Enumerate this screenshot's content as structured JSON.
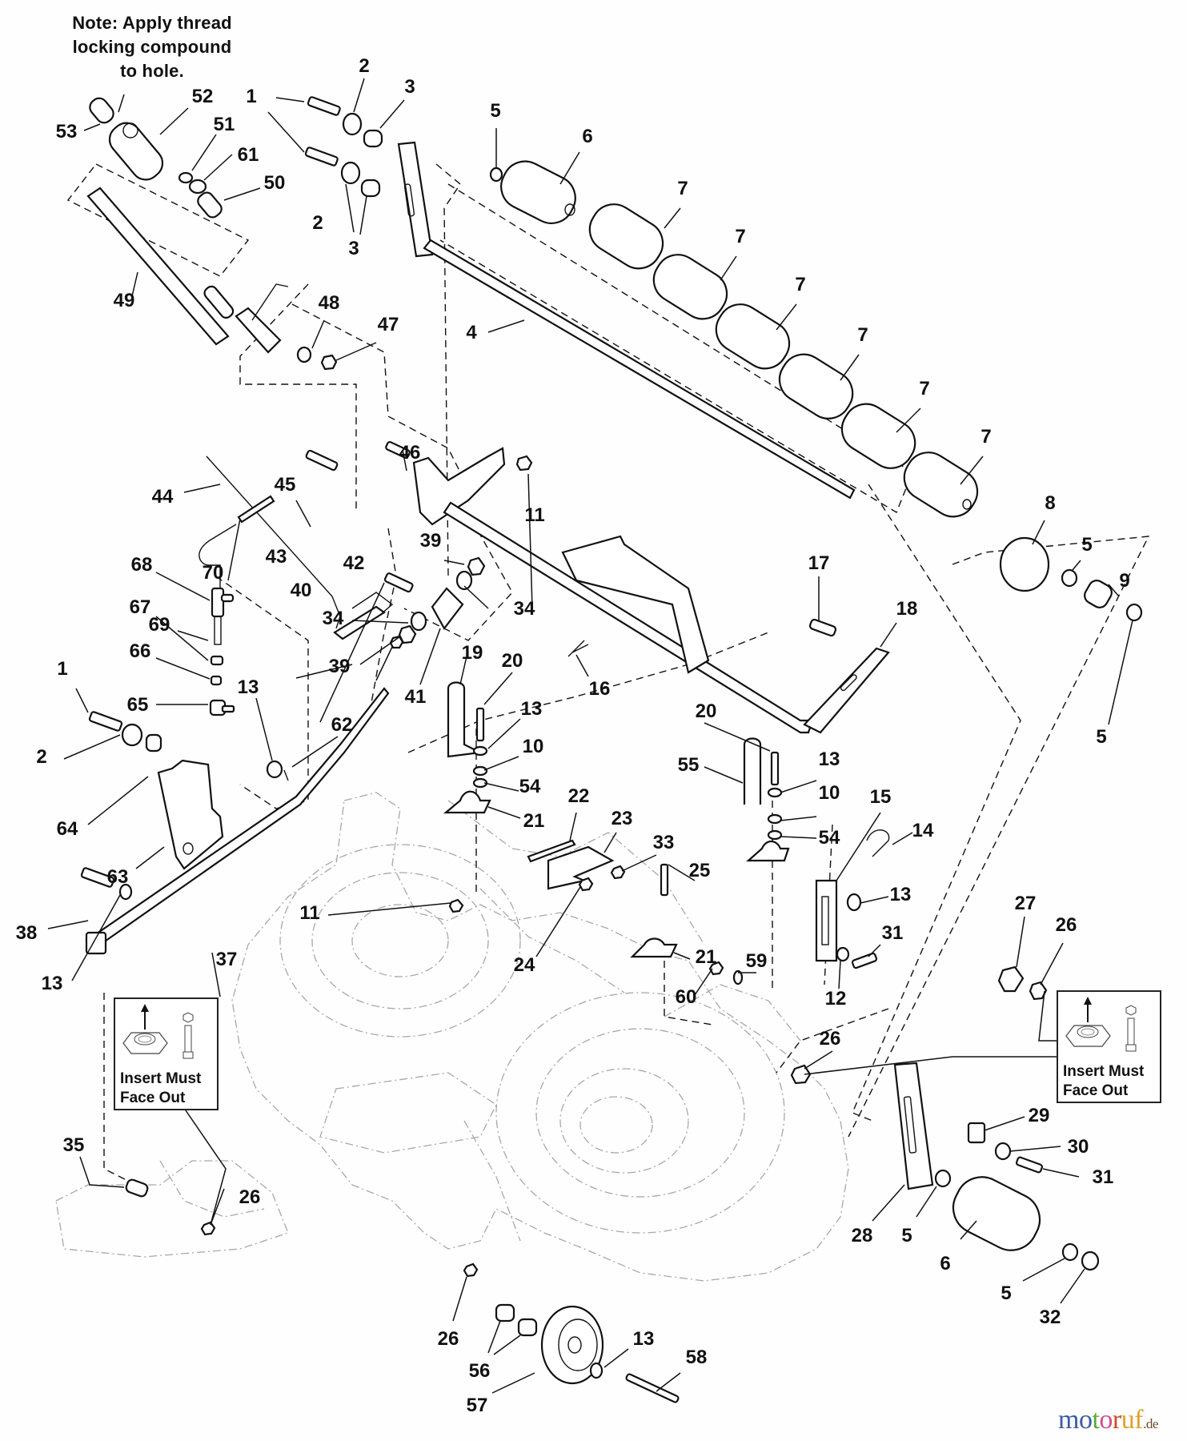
{
  "diagram": {
    "title": "Mower deck lift and anti-scalp roller assembly exploded parts diagram",
    "note": {
      "line1": "Note: Apply thread",
      "line2": "locking compound",
      "line3": "to hole."
    },
    "insert_boxes": [
      {
        "line1": "Insert Must",
        "line2": "Face Out",
        "icon": "nylon-insert-locknut-icon"
      },
      {
        "line1": "Insert Must",
        "line2": "Face Out",
        "icon": "nylon-insert-locknut-icon"
      }
    ],
    "callouts": [
      {
        "id": "c53",
        "label": "53"
      },
      {
        "id": "c52",
        "label": "52"
      },
      {
        "id": "c51",
        "label": "51"
      },
      {
        "id": "c61",
        "label": "61"
      },
      {
        "id": "c50",
        "label": "50"
      },
      {
        "id": "c1a",
        "label": "1"
      },
      {
        "id": "c2a",
        "label": "2"
      },
      {
        "id": "c3a",
        "label": "3"
      },
      {
        "id": "c2b",
        "label": "2"
      },
      {
        "id": "c3b",
        "label": "3"
      },
      {
        "id": "c5a",
        "label": "5"
      },
      {
        "id": "c6a",
        "label": "6"
      },
      {
        "id": "c7a",
        "label": "7"
      },
      {
        "id": "c7b",
        "label": "7"
      },
      {
        "id": "c7c",
        "label": "7"
      },
      {
        "id": "c7d",
        "label": "7"
      },
      {
        "id": "c7e",
        "label": "7"
      },
      {
        "id": "c7f",
        "label": "7"
      },
      {
        "id": "c8",
        "label": "8"
      },
      {
        "id": "c5b",
        "label": "5"
      },
      {
        "id": "c9",
        "label": "9"
      },
      {
        "id": "c5c",
        "label": "5"
      },
      {
        "id": "c49",
        "label": "49"
      },
      {
        "id": "c48",
        "label": "48"
      },
      {
        "id": "c47",
        "label": "47"
      },
      {
        "id": "c4",
        "label": "4"
      },
      {
        "id": "c46",
        "label": "46"
      },
      {
        "id": "c44",
        "label": "44"
      },
      {
        "id": "c45",
        "label": "45"
      },
      {
        "id": "c11a",
        "label": "11"
      },
      {
        "id": "c70",
        "label": "70"
      },
      {
        "id": "c69",
        "label": "69"
      },
      {
        "id": "c43",
        "label": "43"
      },
      {
        "id": "c42",
        "label": "42"
      },
      {
        "id": "c39a",
        "label": "39"
      },
      {
        "id": "c40",
        "label": "40"
      },
      {
        "id": "c34a",
        "label": "34"
      },
      {
        "id": "c34b",
        "label": "34"
      },
      {
        "id": "c39b",
        "label": "39"
      },
      {
        "id": "c41",
        "label": "41"
      },
      {
        "id": "c68",
        "label": "68"
      },
      {
        "id": "c67",
        "label": "67"
      },
      {
        "id": "c66",
        "label": "66"
      },
      {
        "id": "c65",
        "label": "65"
      },
      {
        "id": "c1b",
        "label": "1"
      },
      {
        "id": "c2c",
        "label": "2"
      },
      {
        "id": "c64",
        "label": "64"
      },
      {
        "id": "c63",
        "label": "63"
      },
      {
        "id": "c13a",
        "label": "13"
      },
      {
        "id": "c62",
        "label": "62"
      },
      {
        "id": "c38",
        "label": "38"
      },
      {
        "id": "c13b",
        "label": "13"
      },
      {
        "id": "c37",
        "label": "37"
      },
      {
        "id": "c11b",
        "label": "11"
      },
      {
        "id": "c16",
        "label": "16"
      },
      {
        "id": "c17",
        "label": "17"
      },
      {
        "id": "c18",
        "label": "18"
      },
      {
        "id": "c19",
        "label": "19"
      },
      {
        "id": "c20a",
        "label": "20"
      },
      {
        "id": "c13c",
        "label": "13"
      },
      {
        "id": "c10a",
        "label": "10"
      },
      {
        "id": "c54a",
        "label": "54"
      },
      {
        "id": "c21a",
        "label": "21"
      },
      {
        "id": "c22",
        "label": "22"
      },
      {
        "id": "c23",
        "label": "23"
      },
      {
        "id": "c33",
        "label": "33"
      },
      {
        "id": "c24",
        "label": "24"
      },
      {
        "id": "c25",
        "label": "25"
      },
      {
        "id": "c21b",
        "label": "21"
      },
      {
        "id": "c20b",
        "label": "20"
      },
      {
        "id": "c55",
        "label": "55"
      },
      {
        "id": "c13d",
        "label": "13"
      },
      {
        "id": "c10b",
        "label": "10"
      },
      {
        "id": "c54b",
        "label": "54"
      },
      {
        "id": "c15",
        "label": "15"
      },
      {
        "id": "c14",
        "label": "14"
      },
      {
        "id": "c13e",
        "label": "13"
      },
      {
        "id": "c31a",
        "label": "31"
      },
      {
        "id": "c12",
        "label": "12"
      },
      {
        "id": "c60",
        "label": "60"
      },
      {
        "id": "c59",
        "label": "59"
      },
      {
        "id": "c27",
        "label": "27"
      },
      {
        "id": "c26a",
        "label": "26"
      },
      {
        "id": "c26b",
        "label": "26"
      },
      {
        "id": "c29",
        "label": "29"
      },
      {
        "id": "c30",
        "label": "30"
      },
      {
        "id": "c31b",
        "label": "31"
      },
      {
        "id": "c28",
        "label": "28"
      },
      {
        "id": "c5d",
        "label": "5"
      },
      {
        "id": "c6b",
        "label": "6"
      },
      {
        "id": "c5e",
        "label": "5"
      },
      {
        "id": "c32",
        "label": "32"
      },
      {
        "id": "c35",
        "label": "35"
      },
      {
        "id": "c26c",
        "label": "26"
      },
      {
        "id": "c26d",
        "label": "26"
      },
      {
        "id": "c56",
        "label": "56"
      },
      {
        "id": "c57",
        "label": "57"
      },
      {
        "id": "c13f",
        "label": "13"
      },
      {
        "id": "c58",
        "label": "58"
      }
    ]
  },
  "watermark": {
    "letters": [
      "m",
      "o",
      "t",
      "o",
      "r",
      "u",
      "f"
    ],
    "colors": [
      "#3d5aa8",
      "#3d5aa8",
      "#5aa83d",
      "#d0508a",
      "#d04a2a",
      "#e0a030",
      "#e0a030"
    ],
    "tld": ".de"
  }
}
